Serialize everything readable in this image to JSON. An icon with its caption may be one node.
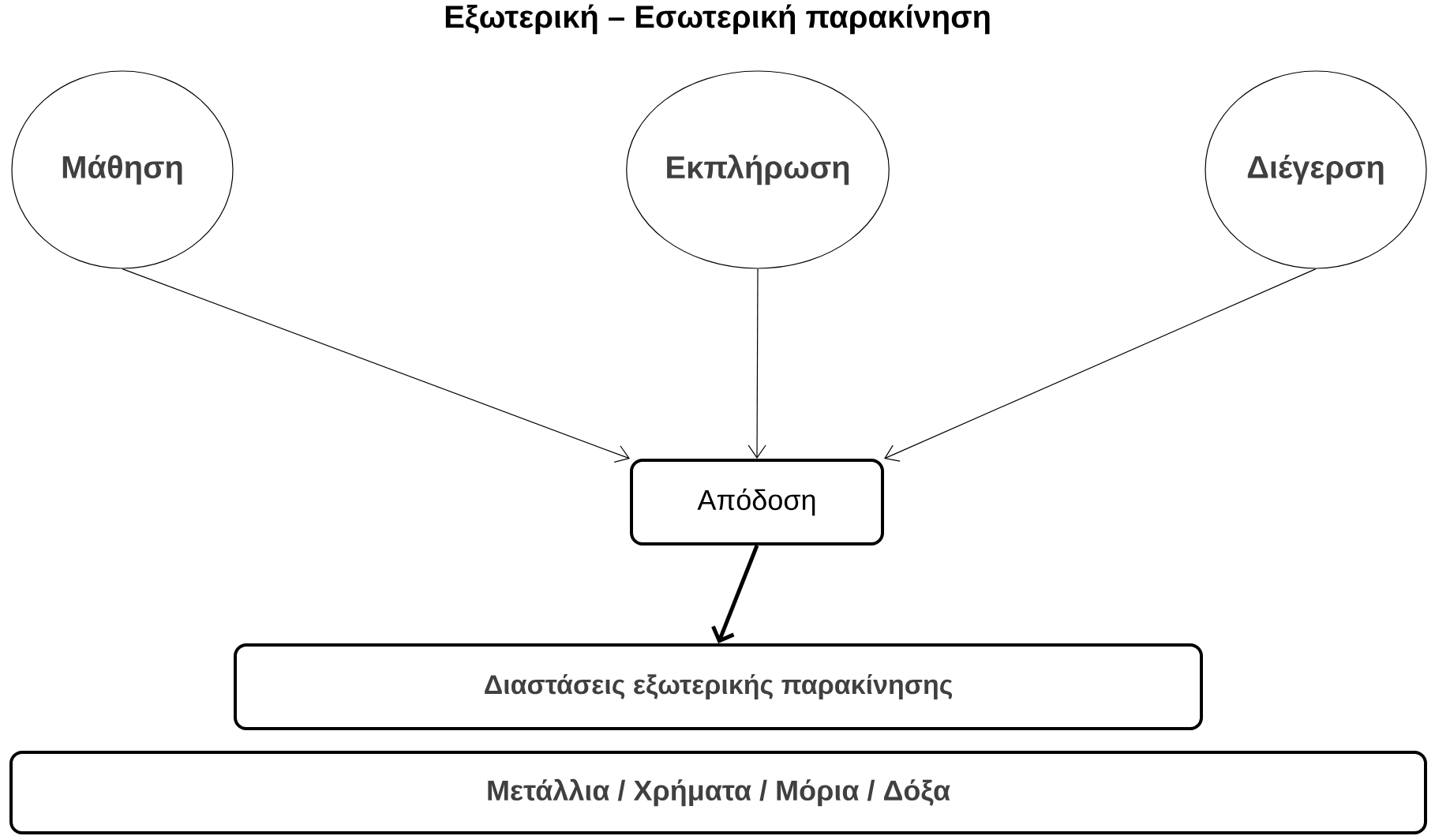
{
  "diagram": {
    "title": "Εξωτερική – Εσωτερική παρακίνηση",
    "nodes": [
      {
        "text": [
          "Μάθηση"
        ]
      },
      {
        "text": [
          "Εκπλήρωση"
        ]
      },
      {
        "text": [
          "Διέγερση"
        ]
      },
      {
        "text": [
          "Απόδοση"
        ]
      },
      {
        "text": [
          "Διαστάσεις εξωτερικής παρακίνησης"
        ]
      },
      {
        "text": [
          "Μετάλλια / Χρήματα / Μόρια / Δόξα"
        ]
      }
    ],
    "edges": [
      {
        "from": 0,
        "to": 3,
        "arrow": "to"
      },
      {
        "from": 1,
        "to": 3,
        "arrow": "to"
      },
      {
        "from": 2,
        "to": 3,
        "arrow": "to"
      },
      {
        "from": 3,
        "to": 4,
        "arrow": "to",
        "style": "thick"
      }
    ]
  }
}
